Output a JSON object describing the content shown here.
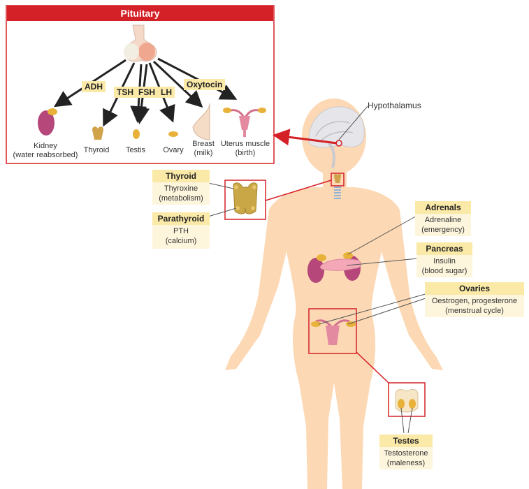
{
  "pituitary": {
    "title": "Pituitary",
    "hormones": {
      "adh": "ADH",
      "tsh": "TSH",
      "fsh": "FSH",
      "lh": "LH",
      "oxytocin": "Oxytocin"
    },
    "targets": {
      "kidney": "Kidney",
      "kidney_sub": "(water reabsorbed)",
      "thyroid": "Thyroid",
      "testis": "Testis",
      "ovary": "Ovary",
      "breast": "Breast",
      "breast_sub": "(milk)",
      "uterus": "Uterus muscle",
      "uterus_sub": "(birth)"
    }
  },
  "hypothalamus": "Hypothalamus",
  "glands": {
    "thyroid": {
      "title": "Thyroid",
      "line1": "Thyroxine",
      "line2": "(metabolism)"
    },
    "parathyroid": {
      "title": "Parathyroid",
      "line1": "PTH",
      "line2": "(calcium)"
    },
    "adrenals": {
      "title": "Adrenals",
      "line1": "Adrenaline",
      "line2": "(emergency)"
    },
    "pancreas": {
      "title": "Pancreas",
      "line1": "Insulin",
      "line2": "(blood sugar)"
    },
    "ovaries": {
      "title": "Ovaries",
      "line1": "Oestrogen, progesterone",
      "line2": "(menstrual cycle)"
    },
    "testes": {
      "title": "Testes",
      "line1": "Testosterone",
      "line2": "(maleness)"
    }
  },
  "colors": {
    "accent_red": "#d42027",
    "label_bg": "#fbe9a8",
    "skin": "#fcd9b4"
  }
}
